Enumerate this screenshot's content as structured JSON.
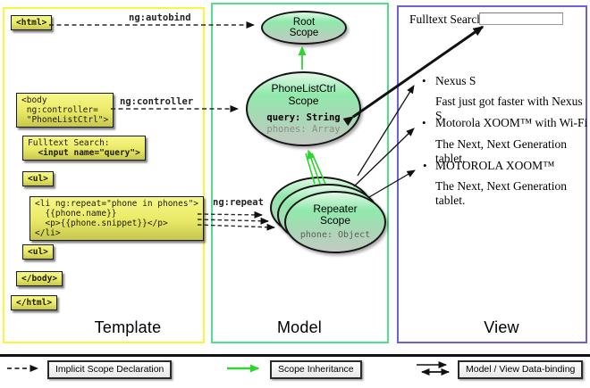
{
  "template_panel": {
    "label": "Template",
    "code_boxes": {
      "html_open": "<html>",
      "body_open": "<body\n ng:controller=\n \"PhoneListCtrl\">",
      "fulltext_line1": "Fulltext Search:",
      "fulltext_line2": "  <input name=\"query\">",
      "ul_1": "<ul>",
      "li_repeat": "<li ng:repeat=\"phone in phones\">\n  {{phone.name}}\n  <p>{{phone.snippet}}</p>\n</li>",
      "ul_2": "<ul>",
      "body_close": "</body>",
      "html_close": "</html>"
    }
  },
  "model_panel": {
    "label": "Model",
    "edge_labels": {
      "autobind": "ng:autobind",
      "controller": "ng:controller",
      "repeat": "ng:repeat"
    },
    "root_scope": {
      "title": "Root\nScope"
    },
    "ctrl_scope": {
      "title": "PhoneListCtrl\nScope",
      "prop_query": "query: String",
      "prop_phones": "phones: Array"
    },
    "repeater_scope": {
      "title": "Repeater\nScope",
      "prop_phone": "phone: Object"
    }
  },
  "view_panel": {
    "label": "View",
    "search_label": "Fulltext Search:",
    "search_value": "",
    "bullet": "•",
    "items": [
      {
        "title": "Nexus S",
        "desc": "Fast just got faster with Nexus S."
      },
      {
        "title": "Motorola XOOM™  with Wi-Fi",
        "desc": "The Next, Next Generation tablet."
      },
      {
        "title": "MOTOROLA XOOM™",
        "desc": "The Next, Next Generation tablet."
      }
    ]
  },
  "legend": {
    "implicit_scope_label": "Implicit Scope Declaration",
    "inheritance_label": "Scope Inheritance",
    "databinding_label": "Model / View Data-binding"
  },
  "colors": {
    "template_border": "#f7f73b",
    "model_border": "#4fe08c",
    "view_border": "#6f5fd8",
    "inheritance_green": "#2fd52f",
    "code_box_yellow": "#e9e966",
    "scope_fill_green": "#8fe9ab",
    "arrow_black": "#111111"
  }
}
